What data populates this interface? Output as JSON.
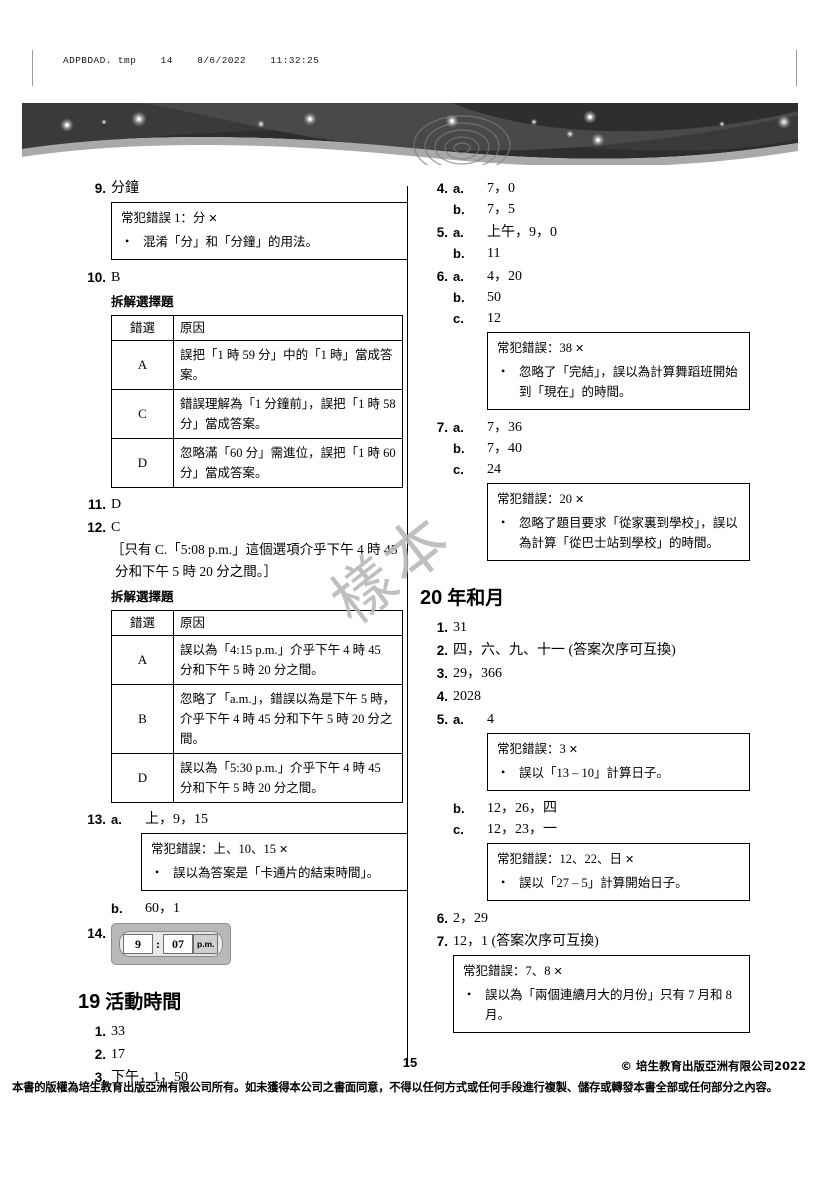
{
  "print_header": {
    "text": "ADPBDAD. tmp    14    8/6/2022    11:32:25"
  },
  "watermark": {
    "text": "樣本"
  },
  "left_column": {
    "items": [
      {
        "num": "9.",
        "value": "分鐘",
        "errbox": {
          "title": "常犯錯誤 1：分",
          "xmark": "✕",
          "bullet": "混淆「分」和「分鐘」的用法。"
        }
      },
      {
        "num": "10.",
        "value": "B",
        "table_caption": "拆解選擇題",
        "table": {
          "headers": [
            "錯選",
            "原因"
          ],
          "rows": [
            [
              "A",
              "誤把「1 時 59 分」中的「1 時」當成答案。"
            ],
            [
              "C",
              "錯誤理解為「1 分鐘前」，誤把「1 時 58 分」當成答案。"
            ],
            [
              "D",
              "忽略滿「60 分」需進位，誤把「1 時 60 分」當成答案。"
            ]
          ]
        }
      },
      {
        "num": "11.",
        "value": "D"
      },
      {
        "num": "12.",
        "value": "C",
        "note": "［只有 C.「5:08 p.m.」這個選項介乎下午 4 時 45 分和下午 5 時 20 分之間。］",
        "table_caption": "拆解選擇題",
        "table": {
          "headers": [
            "錯選",
            "原因"
          ],
          "rows": [
            [
              "A",
              "誤以為「4:15 p.m.」介乎下午 4 時 45 分和下午 5 時 20 分之間。"
            ],
            [
              "B",
              "忽略了「a.m.」，錯誤以為是下午 5 時，介乎下午 4 時 45 分和下午 5 時 20 分之間。"
            ],
            [
              "D",
              "誤以為「5:30 p.m.」介乎下午 4 時 45 分和下午 5 時 20 分之間。"
            ]
          ]
        }
      },
      {
        "num": "13.",
        "subs": [
          {
            "label": "a.",
            "value": "上，9，15",
            "errbox": {
              "title": "常犯錯誤：上、10、15",
              "xmark": "✕",
              "bullet": "誤以為答案是「卡通片的結束時間」。"
            }
          },
          {
            "label": "b.",
            "value": "60，1"
          }
        ]
      },
      {
        "num": "14.",
        "clock": {
          "hour": "9",
          "colon": ":",
          "minute": "07",
          "meridiem": "p.m."
        }
      }
    ],
    "section": {
      "num": "19",
      "title": "活動時間",
      "items": [
        {
          "num": "1.",
          "value": "33"
        },
        {
          "num": "2.",
          "value": "17"
        },
        {
          "num": "3.",
          "value": "下午，1，50"
        }
      ]
    }
  },
  "right_column": {
    "items": [
      {
        "num": "4.",
        "subs": [
          {
            "label": "a.",
            "value": "7，0"
          },
          {
            "label": "b.",
            "value": "7，5"
          }
        ]
      },
      {
        "num": "5.",
        "subs": [
          {
            "label": "a.",
            "value": "上午，9，0"
          },
          {
            "label": "b.",
            "value": "11"
          }
        ]
      },
      {
        "num": "6.",
        "subs": [
          {
            "label": "a.",
            "value": "4，20"
          },
          {
            "label": "b.",
            "value": "50"
          },
          {
            "label": "c.",
            "value": "12",
            "errbox": {
              "title": "常犯錯誤：38",
              "xmark": "✕",
              "bullet": "忽略了「完結」，誤以為計算舞蹈班開始到「現在」的時間。"
            }
          }
        ]
      },
      {
        "num": "7.",
        "subs": [
          {
            "label": "a.",
            "value": "7，36"
          },
          {
            "label": "b.",
            "value": "7，40"
          },
          {
            "label": "c.",
            "value": "24",
            "errbox": {
              "title": "常犯錯誤：20",
              "xmark": "✕",
              "bullet": "忽略了題目要求「從家裏到學校」，誤以為計算「從巴士站到學校」的時間。"
            }
          }
        ]
      }
    ],
    "section": {
      "num": "20",
      "title": "年和月",
      "items": [
        {
          "num": "1.",
          "value": "31"
        },
        {
          "num": "2.",
          "value": "四，六、九、十一 (答案次序可互換)"
        },
        {
          "num": "3.",
          "value": "29，366"
        },
        {
          "num": "4.",
          "value": "2028"
        },
        {
          "num": "5.",
          "subs": [
            {
              "label": "a.",
              "value": "4",
              "errbox": {
                "title": "常犯錯誤：3",
                "xmark": "✕",
                "bullet": "誤以「13 – 10」計算日子。"
              }
            },
            {
              "label": "b.",
              "value": "12，26，四"
            },
            {
              "label": "c.",
              "value": "12，23，一",
              "errbox": {
                "title": "常犯錯誤：12、22、日",
                "xmark": "✕",
                "bullet": "誤以「27 – 5」計算開始日子。"
              }
            }
          ]
        },
        {
          "num": "6.",
          "value": "2，29"
        },
        {
          "num": "7.",
          "value": "12，1 (答案次序可互換)",
          "errbox": {
            "title": "常犯錯誤：7、8",
            "xmark": "✕",
            "bullet": "誤以為「兩個連續月大的月份」只有 7 月和 8 月。"
          }
        }
      ]
    }
  },
  "footer": {
    "page_number": "15",
    "copyright": "© 培生教育出版亞洲有限公司2022",
    "rights": "本書的版權為培生教育出版亞洲有限公司所有。如未獲得本公司之書面同意，不得以任何方式或任何手段進行複製、儲存或轉發本書全部或任何部分之內容。"
  }
}
